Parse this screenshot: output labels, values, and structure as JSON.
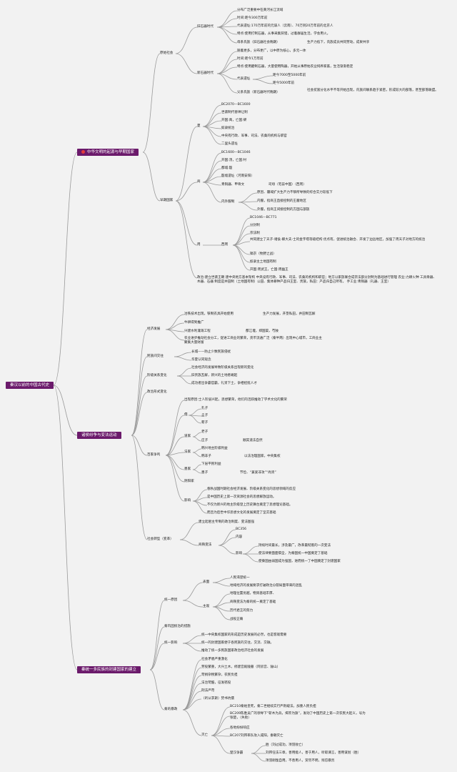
{
  "colors": {
    "branch_box": "#6b1a6b",
    "link": "#9a9a9a",
    "background": "#f2f2f2",
    "badge": "#e23b3b"
  },
  "root": "秦汉以前的中国古代史",
  "b1": {
    "title": "中华文明的起源与早期国家",
    "yuanshi": {
      "label": "原始社会",
      "jiu": {
        "label": "旧石器时代",
        "items": [
          "分布广泛重要中在黄河长江流域",
          "时间:距今300万年前",
          "代表遗址:170万年前的元谋人（云南）、70万到20万年前的北京人",
          "特点:使用打制石器，从事采集狩猎，过着群居生活，学会用火。"
        ],
        "huixing": {
          "label": "母系氏族（旧石器社会晚期）",
          "value": "生产力低下，氏族成员共同劳动，成果共享"
        }
      },
      "xin": {
        "label": "新石器时代",
        "items": [
          "随着更多，分布更广，以中原为核心，多元一体",
          "时间:距今1万年前",
          "特点:使用磨制石器，大量使用陶器，开始从事原始农业饲养家畜，生活渐渐稳定"
        ],
        "daibiao": {
          "label": "代表遗址",
          "items": [
            "距今7000至5000年前",
            "距今5000年前"
          ]
        },
        "fuxi": {
          "label": "父系氏族（新石器时代晚期）",
          "value": "社会贫富分化水平不等开始出现，氏族间联系趋于紧密，形成较大的部落，甚至部落联盟。"
        }
      }
    },
    "zaoqi": {
      "label": "早期国家",
      "xia": {
        "label": "夏",
        "items": [
          "BC2070—BC1600",
          "世袭制代替禅让制",
          "开国:禹，亡国:桀",
          "奴隶统治",
          "中央有行政、军事、司法、农桑的机构与职官",
          "二里头遗址"
        ]
      },
      "shang": {
        "label": "商",
        "items": [
          "BC1600—BC1046",
          "开国:汤，亡国:纣",
          "都城:殷",
          "殷墟遗址（河南安阳）"
        ],
        "qingtong": {
          "label": "青铜器、甲骨文",
          "value": "司母（宅兹中国）（西周）"
        },
        "neiwai": {
          "label": "内外服制",
          "items": [
            "原因、疆域扩大生产力不够所导致的综合实力较低下",
            "内服，指商王直接控制的王畿地区",
            "外服，指商王间接控制的方国与部族"
          ]
        }
      },
      "zhou": {
        "label": "周",
        "xizhou": {
          "label": "西周",
          "items": [
            "BC1046—BC771",
            "分封制",
            "宗法制",
            "共同建立了天子-诸侯-卿大夫-士的金字塔等级结构 优点有，促进统治融合、开发了边远地区，加强了周天子对地方的统治",
            "镐京（牧野之战）",
            "奴隶主土地国有制",
            "开国:周武王，亡国:周幽王"
          ]
        }
      },
      "zhengzhi": "政治:建立世袭王朝 建中央地方基本架构 中央设有行政、军事、司法、农桑的机构和职官；地方以家族联合成宗法部分封制为基础进行管理 农业:力耕火种 工具骨器、木器、石器 制度是井田制（土地国有制）公田、集体耕种产品归王室、贵族，私田：产品归自己所有。 手工业:青铜器（礼器、王室）"
    }
  },
  "b2": {
    "title": "诸侯纷争与变法运动",
    "jingji": {
      "label": "经济发展",
      "items": [
        {
          "text": "冶铁技术出现，铁制农具开始使用",
          "sub": "生产力发展，开垦私田，井田制瓦解"
        },
        {
          "text": "牛耕得到推广"
        },
        {
          "text": "兴建水利灌溉工程",
          "sub": "都江堰，郑国渠，芍陂"
        },
        {
          "text": "农业进步推动社会分工，促进工商业的繁荣，货币流通广泛（秦半两）出现中心城市，工商业主聚集大量财富"
        }
      ]
    },
    "minzu": {
      "label": "民族间交往",
      "items": [
        "长城——防止少数民族侵扰",
        "华夏认同观念"
      ]
    },
    "jieji": {
      "label": "阶级关系变化",
      "items": [
        "社会经济的发展导致阶级关系出现新的变化",
        "旧贵族瓦解，新兴的土地者崛起",
        "成功者出争霸官霸，礼贤下士，争相招揽人才"
      ]
    },
    "zhengzhi_label": "政治形式变化",
    "baijia": {
      "label": "百家争鸣",
      "cause": "出现原因:士人阶层兴起，思想繁荣，他们的活跃推动了学术文化的繁荣",
      "ru": {
        "label": "儒",
        "items": [
          "孔子",
          "孟子",
          "荀子"
        ]
      },
      "dao": {
        "label": "道家",
        "items": [
          "老子",
          "庄子"
        ],
        "sub": "顺其道法自然"
      },
      "fa": {
        "label": "法家",
        "items": [
          "韩兴地主阶级利益",
          "韩非子"
        ],
        "sub": "以法治理国家，中央集权"
      },
      "mo": {
        "label": "墨家",
        "items": [
          "下层平民利益",
          "墨子"
        ],
        "sub": "节俭、“兼爱非攻”“尚贤”"
      },
      "yinyang": "阴阳家",
      "yingxiang": {
        "label": "影响",
        "items": [
          "春秋战国时期社会经济发展、阶级关系变化的思想领域的反应",
          "是中国历史上第一次资源社会的思想解放运动。",
          "不仅为新兴的地主阶级登上历史舞台奠定了思想理论基础。",
          "而且为后世中华思想文化的发展奠定了坚实基础"
        ]
      }
    },
    "shehui": {
      "label": "社会转型（变革）",
      "top": "建立起君主专制的政治制度、变法图强",
      "shangyang": {
        "label": "商鞅变法",
        "items": [
          "BC356",
          "内容"
        ],
        "yingxiang_label": "影响",
        "yingxiang": [
          "持续时间最长，涉及最广，改革最彻底的一次变法",
          "使法律要面面俱全，为秦国统一中国奠定了基础",
          "使秦国由弱国成为强国，进而统一了中国奠定了封建国家"
        ]
      }
    }
  },
  "b3": {
    "title": "秦统一多民族的封建国家的建立",
    "yuanyin": {
      "label": "统一原因",
      "biaomian": {
        "label": "表面",
        "items": [
          "人民渴望统一",
          "地域经济的发展要求打破政治分裂局面带来的混乱"
        ]
      },
      "zhuguan": {
        "label": "主观",
        "items": [
          "地理位置优越，物资基础丰厚、",
          "商鞅变法为秦的统一奠定了基础",
          "历代君王的努力",
          "战役正确"
        ]
      }
    },
    "gonggu": "秦巩固统治的措施",
    "yingxiang": {
      "label": "统一影响",
      "items": [
        "统一中央集权国家的形成是历史发展的必然，也是客观需要",
        "统一的封建国家便于各民族的交往，交流、交融。",
        "推动了统一多民族国家政治经济社会的发展"
      ]
    },
    "shuaiwang": {
      "label": "秦的暴政",
      "items": [
        "社会矛盾严重激化",
        "劳役繁重，大兴土木，修建宫殿陵墓（阿房宫、骊山）",
        "苛捐杂税繁杂，农民负担",
        "法治苛酷，征发徭役",
        "刑法严苛",
        "（听从李斯）焚书坑儒"
      ],
      "miewang": {
        "label": "灭亡",
        "items": [
          "BC210秦始皇死，秦二世继续实行严刑峻法，加重人民负担",
          "BC209陈胜吴广的领导下“斩木为兵，揭竿为旗”，发动了中国历史上第一次农民大起义，号为张楚，（失败）",
          "各地纷纷响应",
          "BC207刘邦率队攻入咸阳，秦朝灭亡"
        ],
        "chuhan": {
          "label": "楚汉争霸",
          "items": [
            "胜（刘过成功，项羽败亡）",
            "刘邦任法三章，善用能人，善于用人，听取谏言，善用谋划（胜）",
            "项羽刚愎自用，不善用人，赏罚不明，残忍暴烈"
          ]
        }
      }
    }
  }
}
